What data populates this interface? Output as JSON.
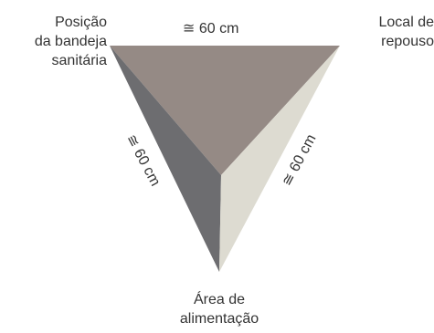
{
  "vertices": {
    "top_left": {
      "lines": [
        "Posição",
        "da bandeja",
        "sanitária"
      ]
    },
    "top_right": {
      "lines": [
        "Local de",
        "repouso"
      ]
    },
    "bottom": {
      "lines": [
        "Área de",
        "alimentação"
      ]
    }
  },
  "edges": {
    "top": "≅ 60 cm",
    "left": "≅ 60 cm",
    "right": "≅ 60 cm"
  },
  "colors": {
    "top_face": "#958a85",
    "left_face": "#6d6d70",
    "right_face": "#dddbd1",
    "text": "#333333"
  }
}
